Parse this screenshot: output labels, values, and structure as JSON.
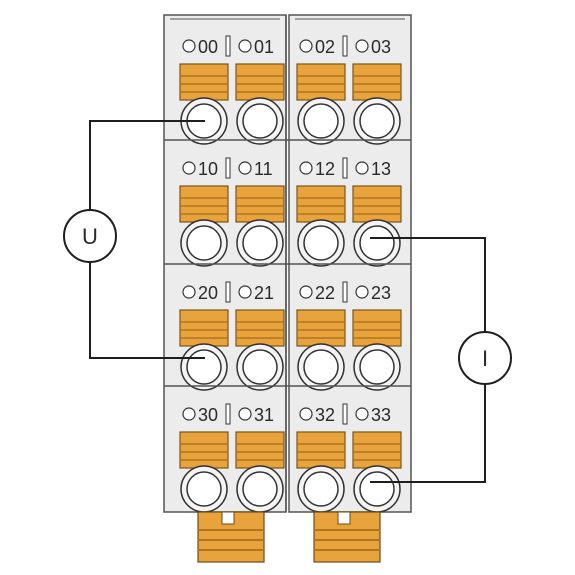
{
  "terminal_block": {
    "ports": [
      [
        "00",
        "01",
        "02",
        "03"
      ],
      [
        "10",
        "11",
        "12",
        "13"
      ],
      [
        "20",
        "21",
        "22",
        "23"
      ],
      [
        "30",
        "31",
        "32",
        "33"
      ]
    ],
    "spring_color": "#e8a33d",
    "housing_color": "#ececec",
    "outline_color": "#555555"
  },
  "meters": {
    "voltage_symbol": "U",
    "current_symbol": "I"
  },
  "connections": {
    "voltage_meter_ports": [
      "00",
      "20"
    ],
    "current_meter_ports": [
      "13",
      "33"
    ]
  }
}
